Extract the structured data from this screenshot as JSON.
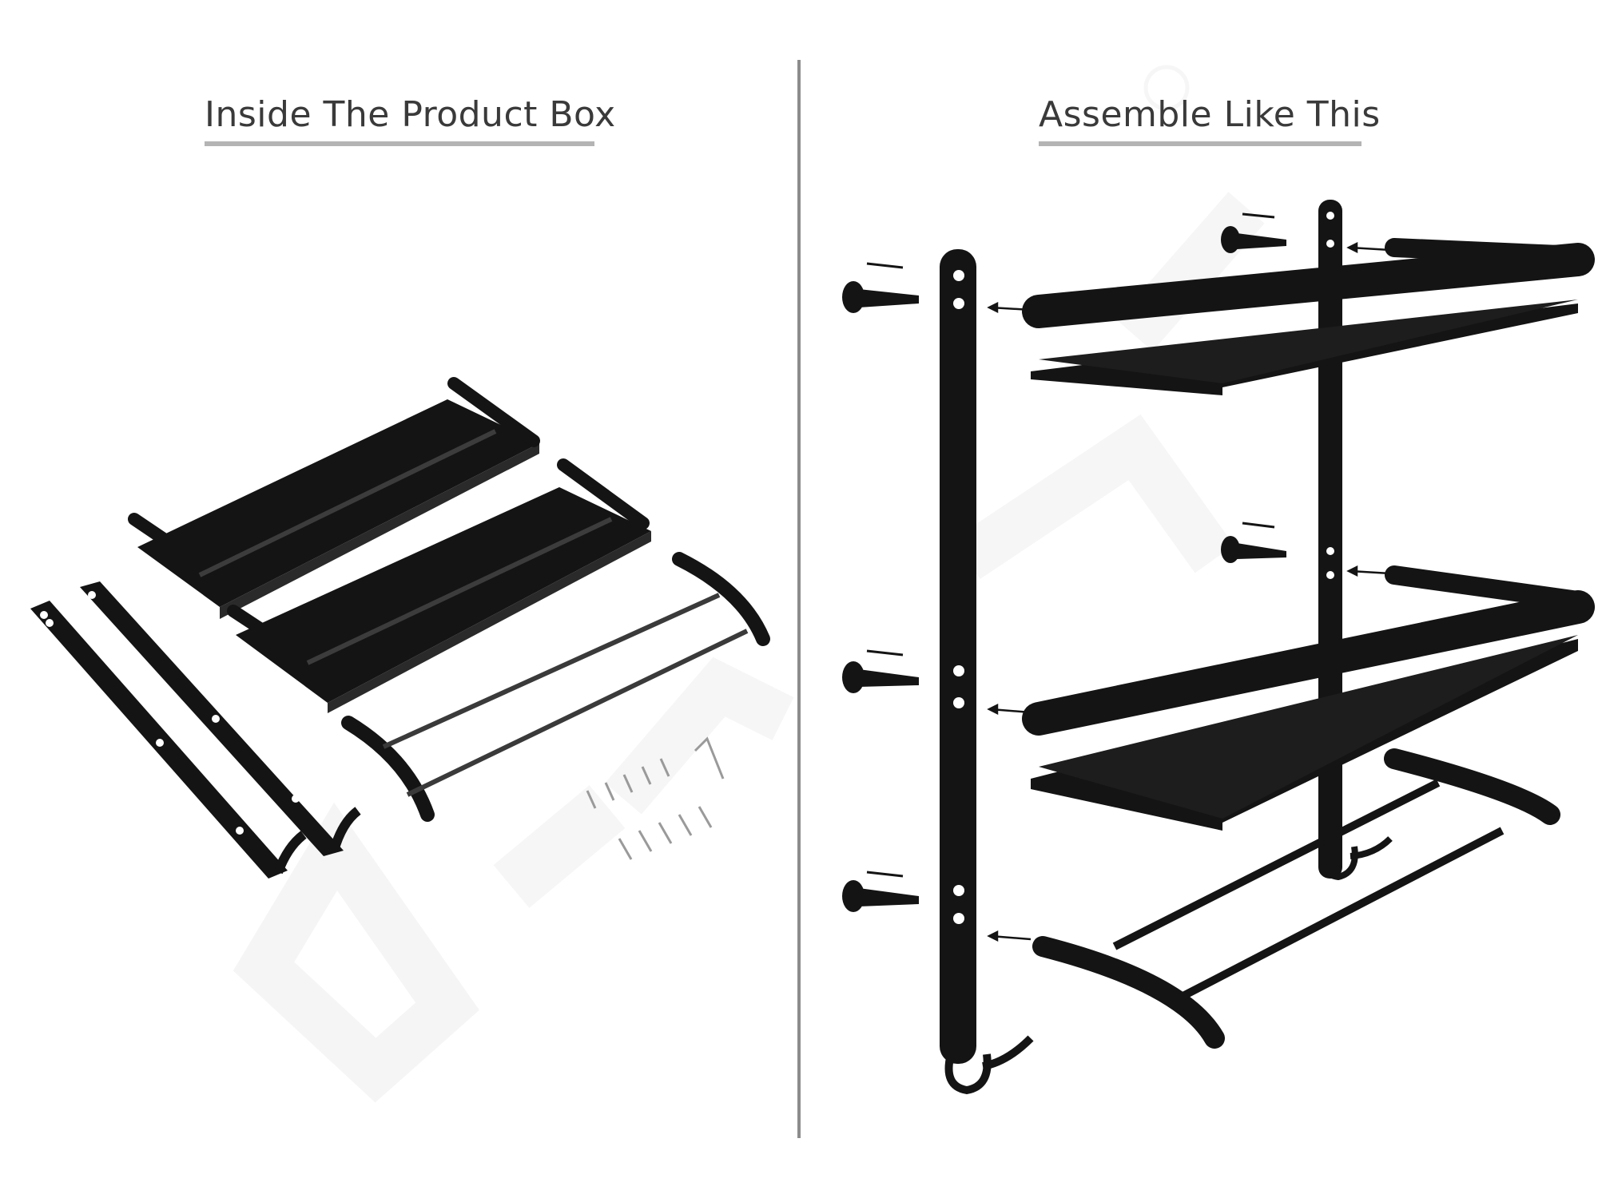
{
  "titles": {
    "left": "Inside The Product Box",
    "right": "Assemble Like This"
  },
  "colors": {
    "part": "#141414",
    "part_highlight": "#3c3c3c",
    "divider": "#8c8c8c",
    "underline": "#b4b4b4",
    "watermark": "#ededed"
  },
  "watermark": {
    "text": "GRIVAN",
    "icon": "registered-mark-icon"
  }
}
